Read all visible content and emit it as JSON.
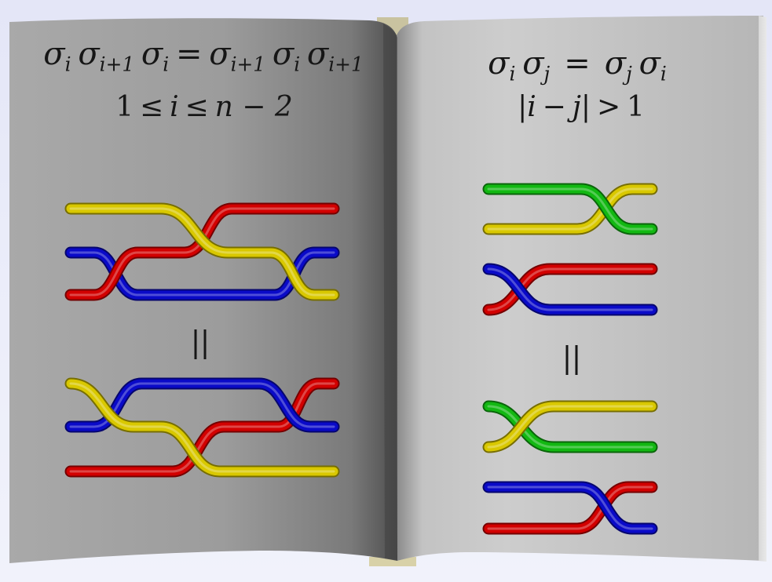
{
  "left_page": {
    "relation": {
      "sigma": "σ",
      "i": "i",
      "i_plus_1": "i+1",
      "equals": "="
    },
    "condition": {
      "lower_bound": "1",
      "leq": "≤",
      "i": "i",
      "upper": "n − 2"
    },
    "equal_sign": "||",
    "strands": {
      "top_diagram": [
        "yellow",
        "blue",
        "red"
      ],
      "bottom_diagram": [
        "yellow",
        "blue",
        "red"
      ]
    }
  },
  "right_page": {
    "relation": {
      "sigma": "σ",
      "i": "i",
      "j": "j",
      "equals": "="
    },
    "condition": {
      "bar": "|",
      "i": "i",
      "minus": "−",
      "j": "j",
      "gt": ">",
      "one": "1"
    },
    "equal_sign": "||"
  },
  "colors": {
    "yellow": "#d9c800",
    "blue": "#0a0ac8",
    "red": "#d20000",
    "green": "#12b812"
  }
}
